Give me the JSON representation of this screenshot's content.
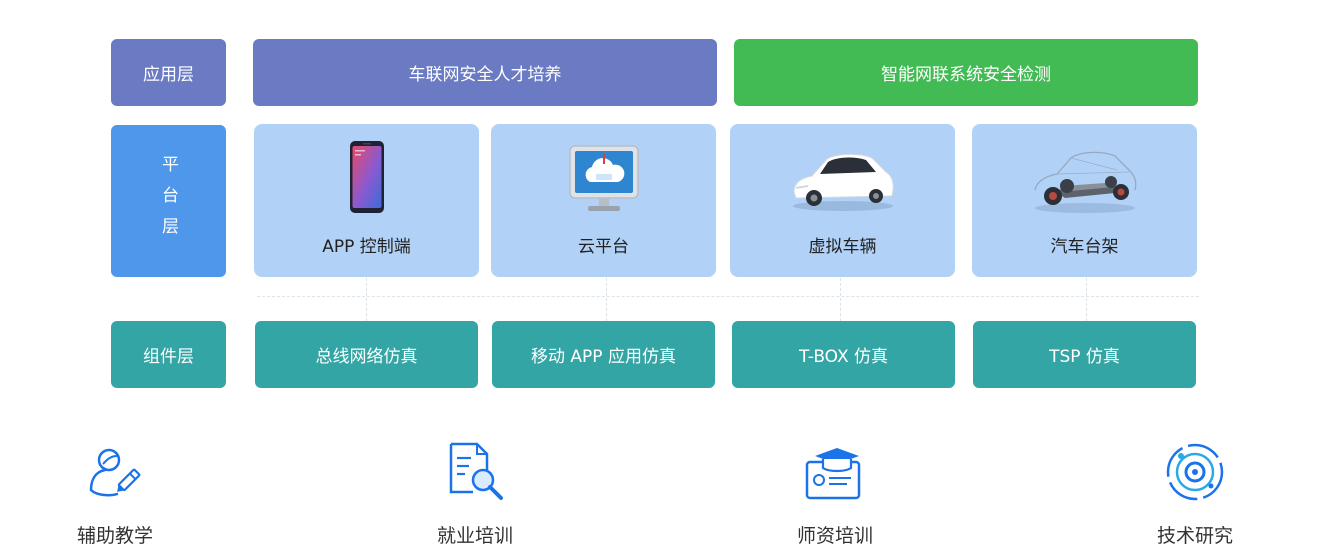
{
  "layers": {
    "application": "应用层",
    "platform": "平台层",
    "component": "组件层"
  },
  "application_items": [
    "车联网安全人才培养",
    "智能网联系统安全检测"
  ],
  "platform_items": [
    {
      "label": "APP 控制端",
      "icon": "smartphone-icon"
    },
    {
      "label": "云平台",
      "icon": "cloud-monitor-icon"
    },
    {
      "label": "虚拟车辆",
      "icon": "car-icon"
    },
    {
      "label": "汽车台架",
      "icon": "car-chassis-icon"
    }
  ],
  "component_items": [
    "总线网络仿真",
    "移动 APP 应用仿真",
    "T-BOX 仿真",
    "TSP 仿真"
  ],
  "features": [
    {
      "label": "辅助教学",
      "icon": "teacher-pen-icon"
    },
    {
      "label": "就业培训",
      "icon": "document-search-icon"
    },
    {
      "label": "师资培训",
      "icon": "graduation-certificate-icon"
    },
    {
      "label": "技术研究",
      "icon": "target-research-icon"
    }
  ],
  "colors": {
    "application_label": "#6a7bc4",
    "talent_box": "#6a7bc4",
    "detect_box": "#42bb55",
    "platform_label": "#4f97ea",
    "platform_card": "#b1d1f6",
    "component": "#33a5a4",
    "icon_blue": "#1a73e8"
  }
}
